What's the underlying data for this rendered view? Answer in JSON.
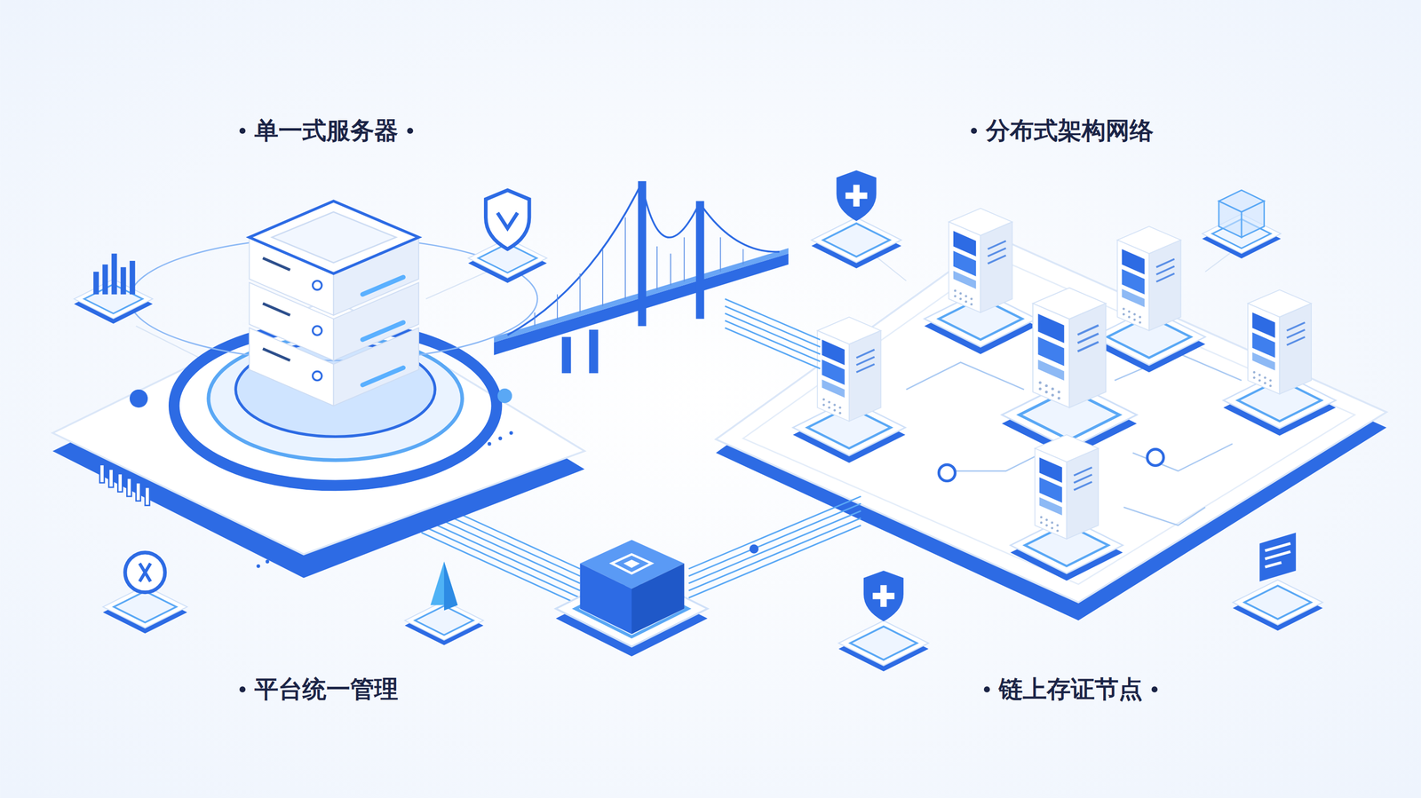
{
  "diagram": {
    "labels": [
      "单一式服务器",
      "分布式架构网络",
      "平台统一管理",
      "链上存证节点"
    ]
  }
}
